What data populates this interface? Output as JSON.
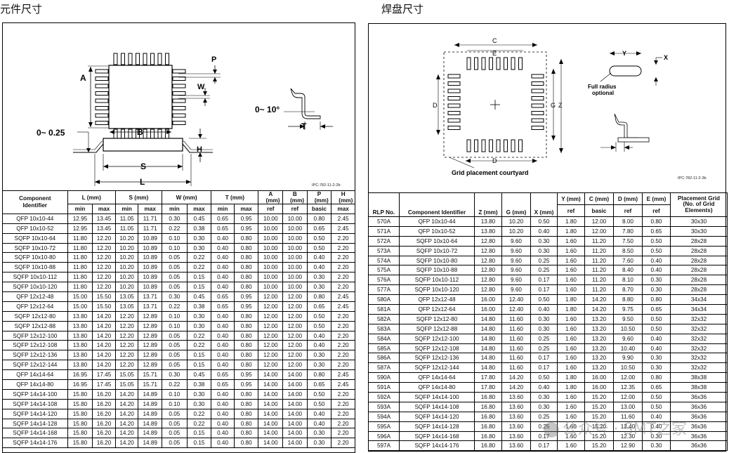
{
  "left": {
    "heading": "元件尺寸",
    "diagram": {
      "label_A": "A",
      "label_B": "B",
      "label_S": "S",
      "label_L": "L",
      "label_P": "P",
      "label_W": "W",
      "label_H": "H",
      "label_T": "T",
      "angle_label": "0~ 10°",
      "standoff_label": "0~ 0.25",
      "ref_code": "IPC-782-11-2-2b"
    },
    "table": {
      "h_component": "Component Identifier",
      "h_L": "L (mm)",
      "h_S": "S (mm)",
      "h_W": "W (mm)",
      "h_T": "T (mm)",
      "h_A": "A (mm)",
      "h_B": "B (mm)",
      "h_P": "P (mm)",
      "h_H": "H (mm)",
      "sub": [
        "min",
        "max",
        "min",
        "max",
        "min",
        "max",
        "min",
        "max",
        "ref",
        "ref",
        "basic",
        "max"
      ],
      "rows": [
        [
          "QFP 10x10-44",
          "12.95",
          "13.45",
          "11.05",
          "11.71",
          "0.30",
          "0.45",
          "0.65",
          "0.95",
          "10.00",
          "10.00",
          "0.80",
          "2.45"
        ],
        [
          "QFP 10x10-52",
          "12.95",
          "13.45",
          "11.05",
          "11.71",
          "0.22",
          "0.38",
          "0.65",
          "0.95",
          "10.00",
          "10.00",
          "0.65",
          "2.45"
        ],
        [
          "SQFP 10x10-64",
          "11.80",
          "12.20",
          "10.20",
          "10.89",
          "0.10",
          "0.30",
          "0.40",
          "0.80",
          "10.00",
          "10.00",
          "0.50",
          "2.20"
        ],
        [
          "SQFP 10x10-72",
          "11.80",
          "12.20",
          "10.20",
          "10.89",
          "0.10",
          "0.30",
          "0.40",
          "0.80",
          "10.00",
          "10.00",
          "0.50",
          "2.20"
        ],
        [
          "SQFP 10x10-80",
          "11.80",
          "12.20",
          "10.20",
          "10.89",
          "0.05",
          "0.22",
          "0.40",
          "0.80",
          "10.00",
          "10.00",
          "0.40",
          "2.20"
        ],
        [
          "SQFP 10x10-88",
          "11.80",
          "12.20",
          "10.20",
          "10.89",
          "0.05",
          "0.22",
          "0.40",
          "0.80",
          "10.00",
          "10.00",
          "0.40",
          "2.20"
        ],
        [
          "SQFP 10x10-112",
          "11.80",
          "12.20",
          "10.20",
          "10.89",
          "0.05",
          "0.15",
          "0.40",
          "0.80",
          "10.00",
          "10.00",
          "0.30",
          "2.20"
        ],
        [
          "SQFP 10x10-120",
          "11.80",
          "12.20",
          "10.20",
          "10.89",
          "0.05",
          "0.15",
          "0.40",
          "0.80",
          "10.00",
          "10.00",
          "0.30",
          "2.20"
        ],
        [
          "QFP 12x12-48",
          "15.00",
          "15.50",
          "13.05",
          "13.71",
          "0.30",
          "0.45",
          "0.65",
          "0.95",
          "12.00",
          "12.00",
          "0.80",
          "2.45"
        ],
        [
          "QFP 12x12-64",
          "15.00",
          "15.50",
          "13.05",
          "13.71",
          "0.22",
          "0.38",
          "0.65",
          "0.95",
          "12.00",
          "12.00",
          "0.65",
          "2.45"
        ],
        [
          "SQFP 12x12-80",
          "13.80",
          "14.20",
          "12.20",
          "12.89",
          "0.10",
          "0.30",
          "0.40",
          "0.80",
          "12.00",
          "12.00",
          "0.50",
          "2.20"
        ],
        [
          "SQFP 12x12-88",
          "13.80",
          "14.20",
          "12.20",
          "12.89",
          "0.10",
          "0.30",
          "0.40",
          "0.80",
          "12.00",
          "12.00",
          "0.50",
          "2.20"
        ],
        [
          "SQFP 12x12-100",
          "13.80",
          "14.20",
          "12.20",
          "12.89",
          "0.05",
          "0.22",
          "0.40",
          "0.80",
          "12.00",
          "12.00",
          "0.40",
          "2.20"
        ],
        [
          "SQFP 12x12-108",
          "13.80",
          "14.20",
          "12.20",
          "12.89",
          "0.05",
          "0.22",
          "0.40",
          "0.80",
          "12.00",
          "12.00",
          "0.40",
          "2.20"
        ],
        [
          "SQFP 12x12-136",
          "13.80",
          "14.20",
          "12.20",
          "12.89",
          "0.05",
          "0.15",
          "0.40",
          "0.80",
          "12.00",
          "12.00",
          "0.30",
          "2.20"
        ],
        [
          "SQFP 12x12-144",
          "13.80",
          "14.20",
          "12.20",
          "12.89",
          "0.05",
          "0.15",
          "0.40",
          "0.80",
          "12.00",
          "12.00",
          "0.30",
          "2.20"
        ],
        [
          "QFP 14x14-64",
          "16.95",
          "17.45",
          "15.05",
          "15.71",
          "0.30",
          "0.45",
          "0.65",
          "0.95",
          "14.00",
          "14.00",
          "0.80",
          "2.45"
        ],
        [
          "QFP 14x14-80",
          "16.95",
          "17.45",
          "15.05",
          "15.71",
          "0.22",
          "0.38",
          "0.65",
          "0.95",
          "14.00",
          "14.00",
          "0.65",
          "2.45"
        ],
        [
          "SQFP 14x14-100",
          "15.80",
          "16.20",
          "14.20",
          "14.89",
          "0.10",
          "0.30",
          "0.40",
          "0.80",
          "14.00",
          "14.00",
          "0.50",
          "2.20"
        ],
        [
          "SQFP 14x14-108",
          "15.80",
          "16.20",
          "14.20",
          "14.89",
          "0.10",
          "0.30",
          "0.40",
          "0.80",
          "14.00",
          "14.00",
          "0.50",
          "2.20"
        ],
        [
          "SQFP 14x14-120",
          "15.80",
          "16.20",
          "14.20",
          "14.89",
          "0.05",
          "0.22",
          "0.40",
          "0.80",
          "14.00",
          "14.00",
          "0.40",
          "2.20"
        ],
        [
          "SQFP 14x14-128",
          "15.80",
          "16.20",
          "14.20",
          "14.89",
          "0.05",
          "0.22",
          "0.40",
          "0.80",
          "14.00",
          "14.00",
          "0.40",
          "2.20"
        ],
        [
          "SQFP 14x14-168",
          "15.80",
          "16.20",
          "14.20",
          "14.89",
          "0.05",
          "0.15",
          "0.40",
          "0.80",
          "14.00",
          "14.00",
          "0.30",
          "2.20"
        ],
        [
          "SQFP 14x14-176",
          "15.80",
          "16.20",
          "14.20",
          "14.89",
          "0.05",
          "0.15",
          "0.40",
          "0.80",
          "14.00",
          "14.00",
          "0.30",
          "2.20"
        ]
      ]
    }
  },
  "right": {
    "heading": "焊盘尺寸",
    "diagram": {
      "label_C": "C",
      "label_D": "D",
      "label_G": "G",
      "label_Z": "Z",
      "label_Y": "Y",
      "label_X": "X",
      "full_radius": "Full radius",
      "optional": "optional",
      "courtyard": "Grid placement courtyard",
      "ref_code": "IPC-782-11-2-3b"
    },
    "table": {
      "h_rlp": "RLP No.",
      "h_component": "Component Identifier",
      "h_Z": "Z (mm)",
      "h_G": "G (mm)",
      "h_X": "X (mm)",
      "h_Y": "Y (mm)",
      "h_C": "C (mm)",
      "h_D": "D (mm)",
      "h_E": "E (mm)",
      "h_grid": "Placement Grid (No. of Grid Elements)",
      "sub_Y": "ref",
      "sub_C": "basic",
      "sub_D": "ref",
      "sub_E": "ref",
      "rows": [
        [
          "570A",
          "QFP 10x10-44",
          "13.80",
          "10.20",
          "0.50",
          "1.80",
          "12.00",
          "8.00",
          "0.80",
          "30x30"
        ],
        [
          "571A",
          "QFP 10x10-52",
          "13.80",
          "10.20",
          "0.40",
          "1.80",
          "12.00",
          "7.80",
          "0.65",
          "30x30"
        ],
        [
          "572A",
          "SQFP 10x10-64",
          "12.80",
          "9.60",
          "0.30",
          "1.60",
          "11.20",
          "7.50",
          "0.50",
          "28x28"
        ],
        [
          "573A",
          "SQFP 10x10-72",
          "12.80",
          "9.60",
          "0.30",
          "1.60",
          "11.20",
          "8.50",
          "0.50",
          "28x28"
        ],
        [
          "574A",
          "SQFP 10x10-80",
          "12.80",
          "9.60",
          "0.25",
          "1.60",
          "11.20",
          "7.60",
          "0.40",
          "28x28"
        ],
        [
          "575A",
          "SQFP 10x10-88",
          "12.80",
          "9.60",
          "0.25",
          "1.60",
          "11.20",
          "8.40",
          "0.40",
          "28x28"
        ],
        [
          "576A",
          "SQFP 10x10-112",
          "12.80",
          "9.60",
          "0.17",
          "1.60",
          "11.20",
          "8.10",
          "0.30",
          "28x28"
        ],
        [
          "577A",
          "SQFP 10x10-120",
          "12.80",
          "9.60",
          "0.17",
          "1.60",
          "11.20",
          "8.70",
          "0.30",
          "28x28"
        ],
        [
          "580A",
          "QFP 12x12-48",
          "16.00",
          "12.40",
          "0.50",
          "1.80",
          "14.20",
          "8.80",
          "0.80",
          "34x34"
        ],
        [
          "581A",
          "QFP 12x12-64",
          "16.00",
          "12.40",
          "0.40",
          "1.80",
          "14.20",
          "9.75",
          "0.65",
          "34x34"
        ],
        [
          "582A",
          "SQFP 12x12-80",
          "14.80",
          "11.60",
          "0.30",
          "1.60",
          "13.20",
          "9.50",
          "0.50",
          "32x32"
        ],
        [
          "583A",
          "SQFP 12x12-88",
          "14.80",
          "11.60",
          "0.30",
          "1.60",
          "13.20",
          "10.50",
          "0.50",
          "32x32"
        ],
        [
          "584A",
          "SQFP 12x12-100",
          "14.80",
          "11.60",
          "0.25",
          "1.60",
          "13.20",
          "9.60",
          "0.40",
          "32x32"
        ],
        [
          "585A",
          "SQFP 12x12-108",
          "14.80",
          "11.60",
          "0.25",
          "1.60",
          "13.20",
          "10.40",
          "0.40",
          "32x32"
        ],
        [
          "586A",
          "SQFP 12x12-136",
          "14.80",
          "11.60",
          "0.17",
          "1.60",
          "13.20",
          "9.90",
          "0.30",
          "32x32"
        ],
        [
          "587A",
          "SQFP 12x12-144",
          "14.80",
          "11.60",
          "0.17",
          "1.60",
          "13.20",
          "10.50",
          "0.30",
          "32x32"
        ],
        [
          "590A",
          "QFP 14x14-64",
          "17.80",
          "14.20",
          "0.50",
          "1.80",
          "16.00",
          "12.00",
          "0.80",
          "38x38"
        ],
        [
          "591A",
          "QFP 14x14-80",
          "17.80",
          "14.20",
          "0.40",
          "1.80",
          "16.00",
          "12.35",
          "0.65",
          "38x38"
        ],
        [
          "592A",
          "SQFP 14x14-100",
          "16.80",
          "13.60",
          "0.30",
          "1.60",
          "15.20",
          "12.00",
          "0.50",
          "36x36"
        ],
        [
          "593A",
          "SQFP 14x14-108",
          "16.80",
          "13.60",
          "0.30",
          "1.60",
          "15.20",
          "13.00",
          "0.50",
          "36x36"
        ],
        [
          "594A",
          "SQFP 14x14-120",
          "16.80",
          "13.60",
          "0.25",
          "1.60",
          "15.20",
          "11.60",
          "0.40",
          "36x36"
        ],
        [
          "595A",
          "SQFP 14x14-128",
          "16.80",
          "13.60",
          "0.25",
          "1.60",
          "15.20",
          "12.40",
          "0.40",
          "36x36"
        ],
        [
          "596A",
          "SQFP 14x14-168",
          "16.80",
          "13.60",
          "0.17",
          "1.60",
          "15.20",
          "12.30",
          "0.30",
          "36x36"
        ],
        [
          "597A",
          "SQFP 14x14-176",
          "16.80",
          "13.60",
          "0.17",
          "1.60",
          "15.20",
          "12.90",
          "0.30",
          "36x36"
        ]
      ]
    }
  },
  "watermark": "公众号 · SMT之家"
}
